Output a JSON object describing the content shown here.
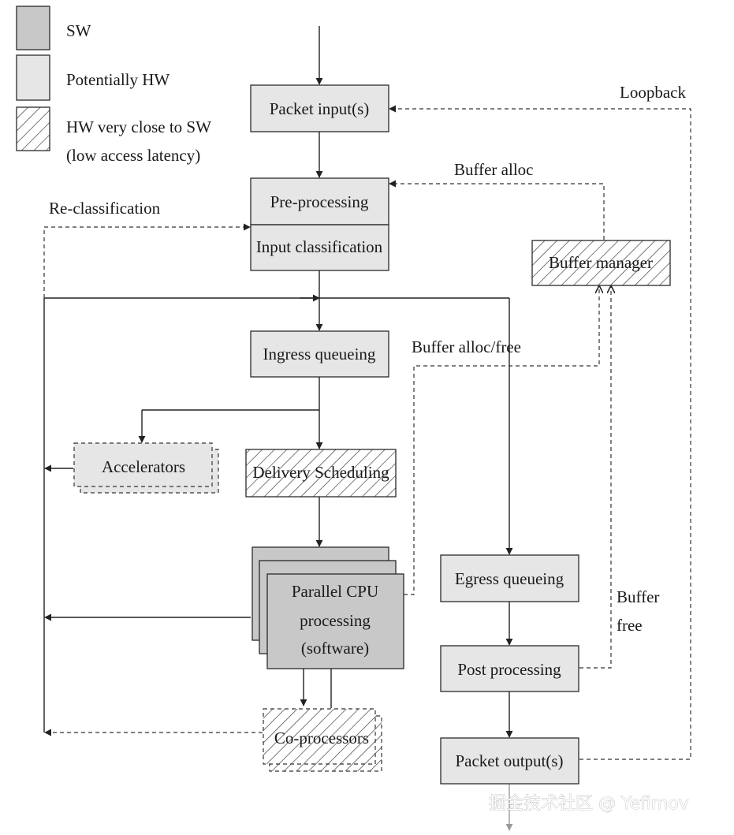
{
  "legend": {
    "sw": "SW",
    "potentially_hw": "Potentially HW",
    "hw_close_line1": "HW very close to SW",
    "hw_close_line2": "(low access latency)"
  },
  "nodes": {
    "packet_input": "Packet input(s)",
    "pre_processing": "Pre-processing",
    "input_classification": "Input classification",
    "buffer_manager": "Buffer manager",
    "ingress_queueing": "Ingress queueing",
    "accelerators": "Accelerators",
    "delivery_scheduling": "Delivery Scheduling",
    "parallel_cpu_line1": "Parallel CPU",
    "parallel_cpu_line2": "processing",
    "parallel_cpu_line3": "(software)",
    "co_processors": "Co-processors",
    "egress_queueing": "Egress queueing",
    "post_processing": "Post processing",
    "packet_output": "Packet output(s)"
  },
  "edge_labels": {
    "loopback": "Loopback",
    "buffer_alloc": "Buffer alloc",
    "re_classification": "Re-classification",
    "buffer_alloc_free": "Buffer alloc/free",
    "buffer_free_line1": "Buffer",
    "buffer_free_line2": "free"
  },
  "watermark": "掘金技术社区 @ Yefimov"
}
